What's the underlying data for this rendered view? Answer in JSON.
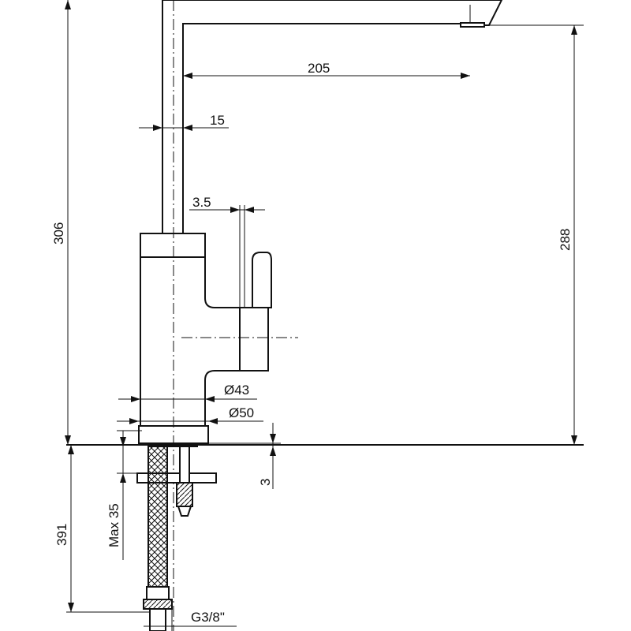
{
  "drawing": {
    "dimensions": {
      "spout_reach": "205",
      "spout_thickness": "15",
      "lever_offset": "3.5",
      "total_height": "306",
      "spout_height": "288",
      "body_diameter_inner": "Ø43",
      "body_diameter_outer": "Ø50",
      "base_thickness": "3",
      "max_counter_thickness": "Max 35",
      "hose_length": "391",
      "thread": "G3/8\""
    }
  }
}
